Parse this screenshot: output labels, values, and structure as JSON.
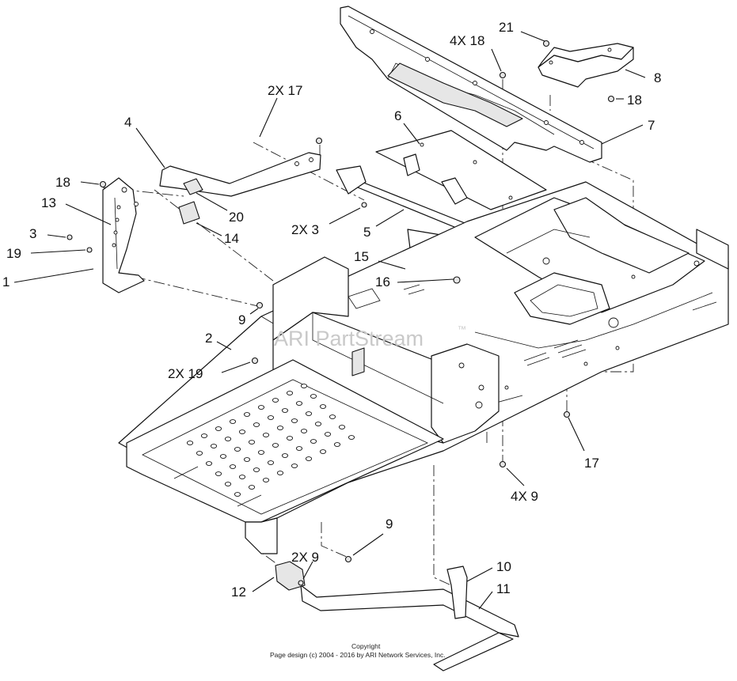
{
  "diagram": {
    "callouts": [
      {
        "id": "c-21",
        "text": "21"
      },
      {
        "id": "c-4x18",
        "text": "4X 18"
      },
      {
        "id": "c-8",
        "text": "8"
      },
      {
        "id": "c-18-right",
        "text": "18"
      },
      {
        "id": "c-7",
        "text": "7"
      },
      {
        "id": "c-2x17",
        "text": "2X 17"
      },
      {
        "id": "c-6",
        "text": "6"
      },
      {
        "id": "c-4",
        "text": "4"
      },
      {
        "id": "c-18-left",
        "text": "18"
      },
      {
        "id": "c-13",
        "text": "13"
      },
      {
        "id": "c-20",
        "text": "20"
      },
      {
        "id": "c-3",
        "text": "3"
      },
      {
        "id": "c-14",
        "text": "14"
      },
      {
        "id": "c-2x3",
        "text": "2X 3"
      },
      {
        "id": "c-5",
        "text": "5"
      },
      {
        "id": "c-19",
        "text": "19"
      },
      {
        "id": "c-1",
        "text": "1"
      },
      {
        "id": "c-15",
        "text": "15"
      },
      {
        "id": "c-16",
        "text": "16"
      },
      {
        "id": "c-9-upper",
        "text": "9"
      },
      {
        "id": "c-2",
        "text": "2"
      },
      {
        "id": "c-2x19",
        "text": "2X 19"
      },
      {
        "id": "c-17",
        "text": "17"
      },
      {
        "id": "c-4x9",
        "text": "4X 9"
      },
      {
        "id": "c-9-lower",
        "text": "9"
      },
      {
        "id": "c-2x9",
        "text": "2X 9"
      },
      {
        "id": "c-10",
        "text": "10"
      },
      {
        "id": "c-12",
        "text": "12"
      },
      {
        "id": "c-11",
        "text": "11"
      }
    ],
    "watermark": "ARI PartStream",
    "watermark_tm": "™",
    "copyright_line1": "Copyright",
    "copyright_line2": "Page design (c) 2004 - 2016 by ARI Network Services, Inc."
  }
}
